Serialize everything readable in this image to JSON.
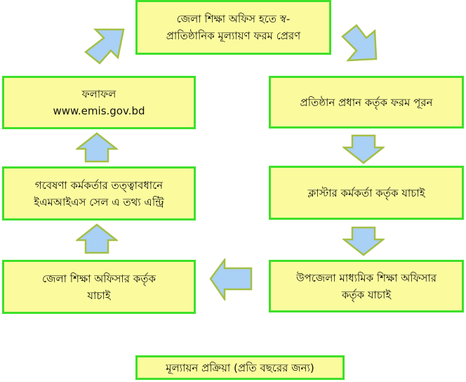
{
  "title": "মূল্যায়ন প্রক্রিয়া (প্রতি বছরের জন্য)",
  "steps": {
    "step1": {
      "line1": "জেলা শিক্ষা অফিস হতে স্ব-",
      "line2": "প্রাতিষ্ঠানিক মূল্যায়ণ ফরম প্রেরণ"
    },
    "step2": {
      "line1": "প্রতিষ্ঠান প্রধান কর্তৃক ফরম পূরন"
    },
    "step3": {
      "line1": "ক্লাস্টার কর্মকর্তা কর্তৃক যাচাই"
    },
    "step4": {
      "line1": "উপজেলা মাধ্যমিক শিক্ষা অফিসার",
      "line2": "কর্তৃক যাচাই"
    },
    "step5": {
      "line1": "জেলা শিক্ষা অফিসার কর্তৃক",
      "line2": "যাচাই"
    },
    "step6": {
      "line1": "গবেষণা কর্মকর্তার তত্ত্বাবধানে",
      "line2": "ইএমআইএস সেল এ তথ্য এন্ট্রি"
    },
    "step7": {
      "line1": "ফলাফল",
      "line2": "www.emis.gov.bd"
    }
  },
  "colors": {
    "box_fill": "#fbfb9e",
    "box_border": "#3ee02a",
    "arrow_fill": "#a9d0f5",
    "arrow_stroke": "#a4bf45"
  }
}
